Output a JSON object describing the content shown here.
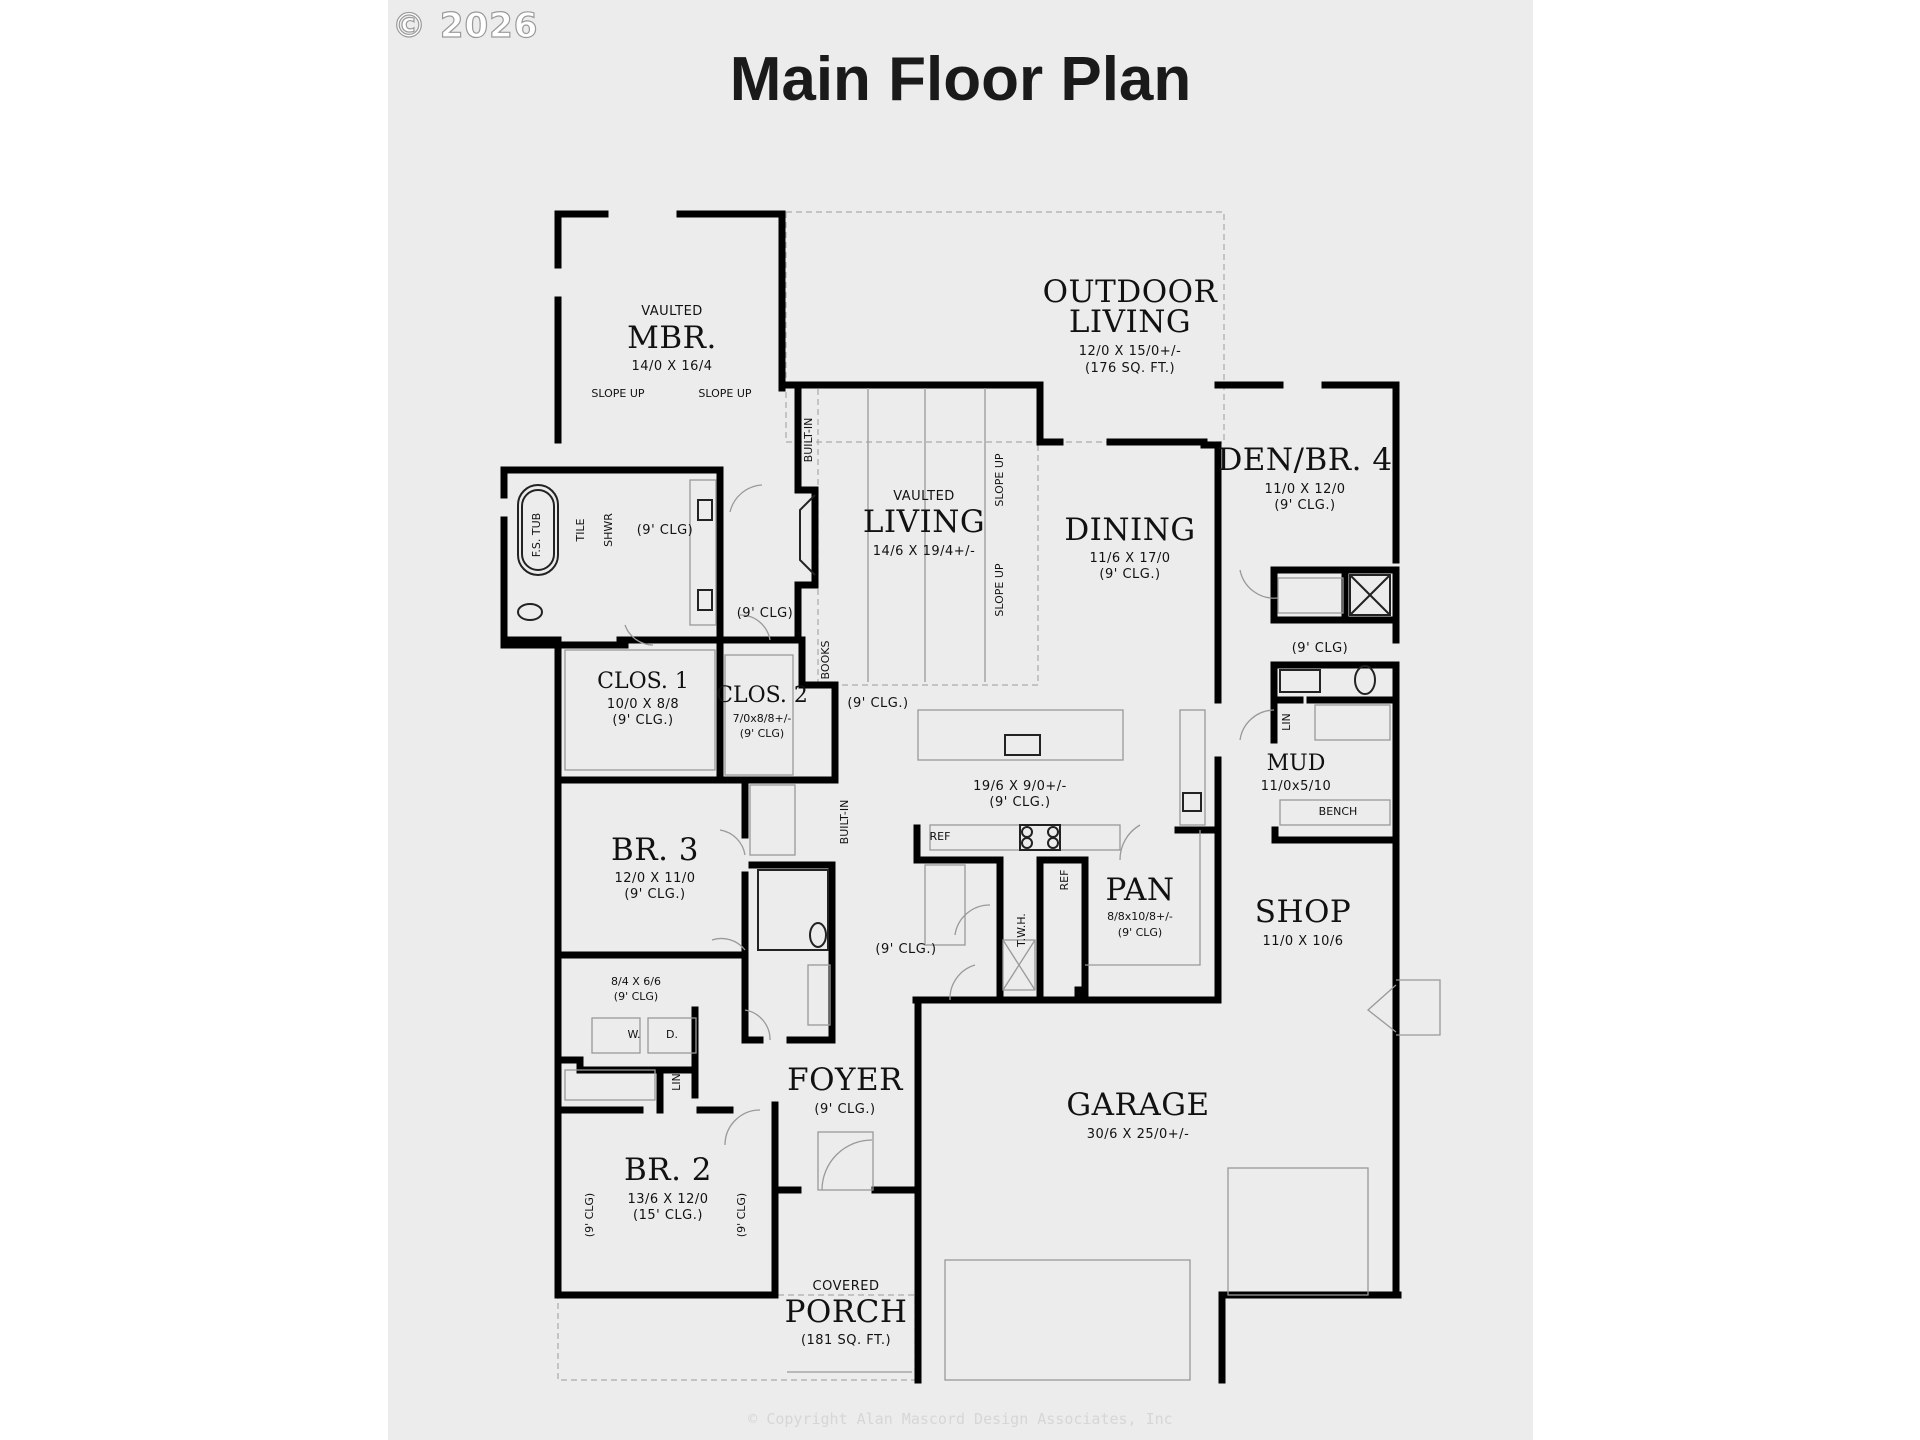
{
  "header": {
    "copyright_mark": "© 2026",
    "title": "Main Floor Plan"
  },
  "footer": {
    "copyright": "© Copyright Alan Mascord Design Associates, Inc"
  },
  "rooms": {
    "mbr": {
      "note": "VAULTED",
      "name": "MBR.",
      "size": "14/0 X 16/4"
    },
    "outdoor": {
      "name1": "OUTDOOR",
      "name2": "LIVING",
      "size": "12/0 X 15/0+/-",
      "area": "(176 SQ. FT.)"
    },
    "living": {
      "note": "VAULTED",
      "name": "LIVING",
      "size": "14/6 X 19/4+/-"
    },
    "dining": {
      "name": "DINING",
      "size": "11/6 X 17/0",
      "clg": "(9' CLG.)"
    },
    "den": {
      "name": "DEN/BR. 4",
      "size": "11/0 X 12/0",
      "clg": "(9' CLG.)"
    },
    "clos1": {
      "name": "CLOS. 1",
      "size": "10/0 X 8/8",
      "clg": "(9' CLG.)"
    },
    "clos2": {
      "name": "CLOS. 2",
      "size": "7/0x8/8+/-",
      "clg": "(9' CLG)"
    },
    "kitchen": {
      "size": "19/6 X 9/0+/-",
      "clg": "(9' CLG.)",
      "hall_clg": "(9' CLG.)"
    },
    "mud": {
      "name": "MUD",
      "size": "11/0x5/10",
      "bench": "BENCH",
      "lin": "LIN",
      "clg": "(9' CLG)"
    },
    "br3": {
      "name": "BR. 3",
      "size": "12/0 X 11/0",
      "clg": "(9' CLG.)"
    },
    "pan": {
      "name": "PAN",
      "size": "8/8x10/8+/-",
      "clg": "(9' CLG)",
      "ref": "REF",
      "ref2": "REF",
      "twh": "T.W.H."
    },
    "shop": {
      "name": "SHOP",
      "size": "11/0 X 10/6"
    },
    "laundry": {
      "size": "8/4 X 6/6",
      "clg": "(9' CLG)",
      "w": "W.",
      "d": "D.",
      "lin": "LIN"
    },
    "foyer": {
      "name": "FOYER",
      "clg": "(9' CLG.)",
      "hall_clg": "(9' CLG.)"
    },
    "garage": {
      "name": "GARAGE",
      "size": "30/6 X 25/0+/-"
    },
    "br2": {
      "name": "BR. 2",
      "size": "13/6 X 12/0",
      "clg": "(15' CLG.)",
      "side_clg_l": "(9' CLG)",
      "side_clg_r": "(9' CLG)"
    },
    "porch": {
      "note": "COVERED",
      "name": "PORCH",
      "area": "(181 SQ. FT.)"
    },
    "bath": {
      "tub": "F.S. TUB",
      "tile": "TILE",
      "shwr": "SHWR",
      "clg": "(9' CLG)",
      "hall_clg": "(9' CLG)"
    },
    "misc": {
      "builtin1": "BUILT-IN",
      "builtin2": "BUILT-IN",
      "books": "BOOKS",
      "slope1": "SLOPE UP",
      "slope2": "SLOPE UP",
      "slope3": "SLOPE UP",
      "slope4": "SLOPE UP"
    }
  }
}
